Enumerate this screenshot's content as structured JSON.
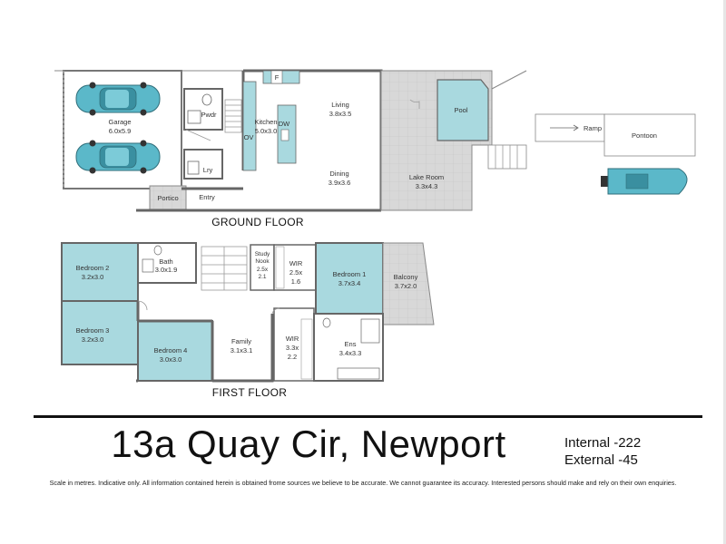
{
  "plan": {
    "ground_floor_label": "GROUND FLOOR",
    "first_floor_label": "FIRST FLOOR",
    "rooms": {
      "garage": {
        "name": "Garage",
        "size": "6.0x5.9"
      },
      "pwdr": {
        "name": "Pwdr"
      },
      "lry": {
        "name": "Lry"
      },
      "portico": {
        "name": "Portico"
      },
      "entry": {
        "name": "Entry"
      },
      "kitchen": {
        "name": "Kitchen",
        "size": "5.0x3.0"
      },
      "dw": {
        "name": "DW"
      },
      "ov": {
        "name": "OV"
      },
      "fridge": {
        "name": "F"
      },
      "living": {
        "name": "Living",
        "size": "3.8x3.5"
      },
      "dining": {
        "name": "Dining",
        "size": "3.9x3.6"
      },
      "pool": {
        "name": "Pool"
      },
      "lake_room": {
        "name": "Lake Room",
        "size": "3.3x4.3"
      },
      "ramp": {
        "name": "Ramp"
      },
      "pontoon": {
        "name": "Pontoon"
      },
      "bedroom2": {
        "name": "Bedroom 2",
        "size": "3.2x3.0"
      },
      "bath": {
        "name": "Bath",
        "size": "3.0x1.9"
      },
      "study_nook": {
        "name_line1": "Study",
        "name_line2": "Nook",
        "size_line1": "2.5x",
        "size_line2": "2.1"
      },
      "wir1": {
        "name": "WIR",
        "size_line1": "2.5x",
        "size_line2": "1.6"
      },
      "bedroom1": {
        "name": "Bedroom 1",
        "size": "3.7x3.4"
      },
      "balcony": {
        "name": "Balcony",
        "size": "3.7x2.0"
      },
      "bedroom3": {
        "name": "Bedroom 3",
        "size": "3.2x3.0"
      },
      "bedroom4": {
        "name": "Bedroom 4",
        "size": "3.0x3.0"
      },
      "family": {
        "name": "Family",
        "size": "3.1x3.1"
      },
      "wir2": {
        "name": "WIR",
        "size_line1": "3.3x",
        "size_line2": "2.2"
      },
      "ens": {
        "name": "Ens",
        "size": "3.4x3.3"
      }
    }
  },
  "footer": {
    "address": "13a Quay Cir, Newport",
    "internal": "Internal -222",
    "external": "External -45",
    "disclaimer": "Scale in metres. Indicative only. All information contained herein is obtained frome sources we believe to be accurate. We cannot guarantee its accuracy. Interested persons should make and rely on their own enquiries."
  },
  "colors": {
    "room_fill": "#a9d9df",
    "deck_fill": "#d6d6d6",
    "wall": "#666666",
    "car_body": "#5bb8c9"
  }
}
